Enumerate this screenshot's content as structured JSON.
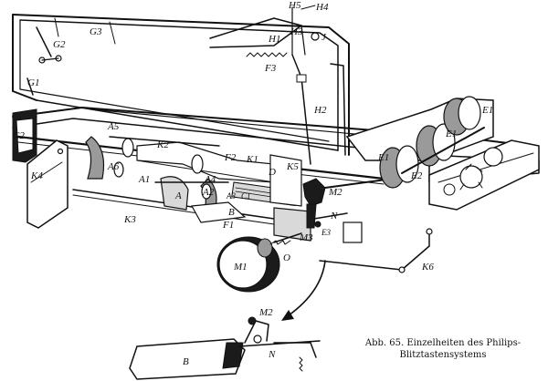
{
  "caption": {
    "line1": "Abb. 65. Einzelheiten des Philips-",
    "line2": "Blitztastensystems"
  },
  "labels": {
    "H5": "H5",
    "H4": "H4",
    "H3": "H3",
    "J": "J",
    "H1": "H1",
    "F3": "F3",
    "H2": "H2",
    "G2": "G2",
    "G3": "G3",
    "G1": "G1",
    "C2": "C2",
    "K4": "K4",
    "A5": "A5",
    "A6": "A6",
    "K2": "K2",
    "F2": "F2",
    "K1": "K1",
    "K5": "K5",
    "D": "D",
    "A1": "A1",
    "A": "A",
    "A4": "A4",
    "A2": "A2",
    "A3": "A3",
    "C1": "C1",
    "B": "B",
    "K3": "K3",
    "F1": "F1",
    "M2": "M2",
    "N": "N",
    "E3": "E3",
    "M3": "M3",
    "O": "O",
    "M1": "M1",
    "K6": "K6",
    "E1a": "E1",
    "E1b": "E1",
    "E1c": "E1",
    "E2": "E2",
    "detail_M2": "M2",
    "detail_N": "N",
    "detail_B": "B"
  }
}
